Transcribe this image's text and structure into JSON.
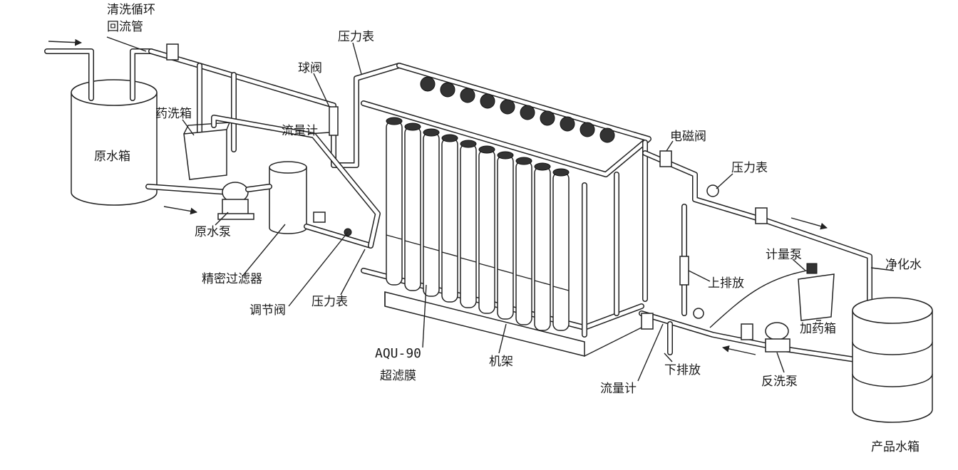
{
  "labels": {
    "cleaning_return_pipe_1": "清洗循环",
    "cleaning_return_pipe_2": "回流管",
    "raw_water_tank": "原水箱",
    "chemical_cleaning_tank": "药洗箱",
    "raw_water_pump": "原水泵",
    "precision_filter": "精密过滤器",
    "regulating_valve": "调节阀",
    "pressure_gauge_inlet": "压力表",
    "pressure_gauge_top": "压力表",
    "ball_valve": "球阀",
    "flow_meter_top": "流量计",
    "membrane_model": "AQU-90",
    "membrane_name": "超滤膜",
    "frame": "机架",
    "flow_meter_bottom": "流量计",
    "lower_drain": "下排放",
    "solenoid_valve": "电磁阀",
    "pressure_gauge_right": "压力表",
    "upper_drain": "上排放",
    "metering_pump": "计量泵",
    "dosing_tank": "加药箱",
    "backwash_pump": "反洗泵",
    "purified_water": "净化水",
    "product_water_tank": "产品水箱"
  },
  "colors": {
    "line": "#222222",
    "background": "#ffffff"
  }
}
